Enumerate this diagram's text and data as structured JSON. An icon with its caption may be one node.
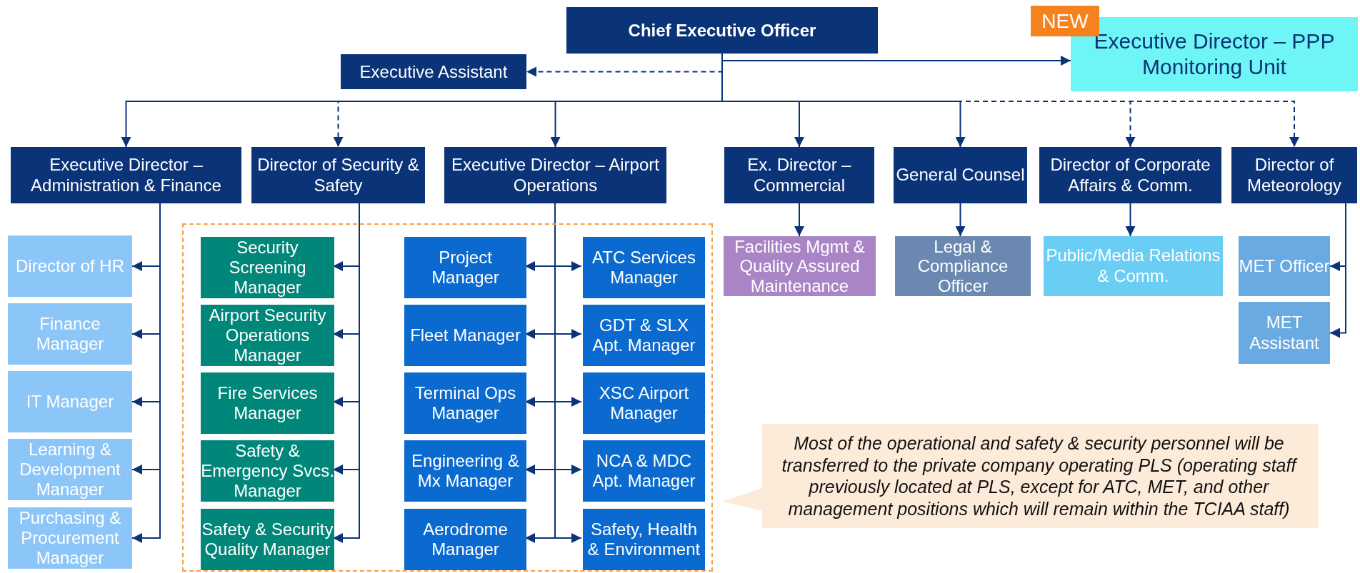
{
  "diagram": {
    "nodes": [
      {
        "text": [
          "Chief Executive Officer"
        ]
      },
      {
        "text": [
          "NEW"
        ]
      },
      {
        "text": [
          "Executive Director – PPP Monitoring Unit"
        ]
      },
      {
        "text": [
          "Executive Assistant"
        ]
      },
      {
        "text": [
          "Executive Director – Administration & Finance"
        ]
      },
      {
        "text": [
          "Director of Security & Safety"
        ]
      },
      {
        "text": [
          "Executive Director – Airport Operations"
        ]
      },
      {
        "text": [
          "Ex. Director – Commercial"
        ]
      },
      {
        "text": [
          "General Counsel"
        ]
      },
      {
        "text": [
          "Director of Corporate Affairs & Comm."
        ]
      },
      {
        "text": [
          "Director of Meteorology"
        ]
      },
      {
        "text": [
          "Director of HR"
        ]
      },
      {
        "text": [
          "Finance Manager"
        ]
      },
      {
        "text": [
          "IT Manager"
        ]
      },
      {
        "text": [
          "Learning & Development Manager"
        ]
      },
      {
        "text": [
          "Purchasing & Procurement Manager"
        ]
      },
      {
        "text": [],
        "shape": "box"
      },
      {
        "text": [
          "Security Screening Manager"
        ],
        "in": 16
      },
      {
        "text": [
          "Airport Security Operations Manager"
        ],
        "in": 16
      },
      {
        "text": [
          "Fire Services Manager"
        ],
        "in": 16
      },
      {
        "text": [
          "Safety & Emergency Svcs. Manager"
        ],
        "in": 16
      },
      {
        "text": [
          "Safety & Security Quality Manager"
        ],
        "in": 16
      },
      {
        "text": [
          "Project Manager"
        ],
        "in": 16
      },
      {
        "text": [
          "ATC Services Manager"
        ],
        "in": 16
      },
      {
        "text": [
          "Fleet Manager"
        ],
        "in": 16
      },
      {
        "text": [
          "GDT & SLX Apt. Manager"
        ],
        "in": 16
      },
      {
        "text": [
          "Terminal Ops Manager"
        ],
        "in": 16
      },
      {
        "text": [
          "XSC Airport Manager"
        ],
        "in": 16
      },
      {
        "text": [
          "Engineering & Mx Manager"
        ],
        "in": 16
      },
      {
        "text": [
          "NCA & MDC Apt. Manager"
        ],
        "in": 16
      },
      {
        "text": [
          "Aerodrome Manager"
        ],
        "in": 16
      },
      {
        "text": [
          "Safety, Health & Environment"
        ],
        "in": 16
      },
      {
        "text": [
          "Facilities Mgmt & Quality Assured Maintenance"
        ]
      },
      {
        "text": [
          "Legal & Compliance Officer"
        ]
      },
      {
        "text": [
          "Public/Media Relations & Comm."
        ]
      },
      {
        "text": [
          "MET Officer"
        ]
      },
      {
        "text": [
          "MET Assistant"
        ]
      },
      {
        "text": [
          "Most of the operational and safety & security personnel will be transferred to the private company operating PLS (operating staff previously located at PLS, except for ATC, MET, and other management positions which will remain within the TCIAA staff)"
        ]
      }
    ],
    "edges": [
      {
        "from": 0,
        "to": 3,
        "arrow": "to",
        "style": "dashed"
      },
      {
        "from": 0,
        "to": 2,
        "arrow": "to"
      },
      {
        "from": 0,
        "to": 4,
        "arrow": "to"
      },
      {
        "from": 0,
        "to": 5,
        "arrow": "to",
        "style": "dashed"
      },
      {
        "from": 0,
        "to": 6,
        "arrow": "to"
      },
      {
        "from": 0,
        "to": 7,
        "arrow": "to"
      },
      {
        "from": 0,
        "to": 8,
        "arrow": "to"
      },
      {
        "from": 0,
        "to": 9,
        "arrow": "to",
        "style": "dashed"
      },
      {
        "from": 0,
        "to": 10,
        "arrow": "to",
        "style": "dashed"
      },
      {
        "from": 4,
        "to": 11,
        "arrow": "to"
      },
      {
        "from": 4,
        "to": 12,
        "arrow": "to"
      },
      {
        "from": 4,
        "to": 13,
        "arrow": "to"
      },
      {
        "from": 4,
        "to": 14,
        "arrow": "to"
      },
      {
        "from": 4,
        "to": 15,
        "arrow": "to"
      },
      {
        "from": 5,
        "to": 17,
        "arrow": "to"
      },
      {
        "from": 5,
        "to": 18,
        "arrow": "to"
      },
      {
        "from": 5,
        "to": 19,
        "arrow": "to"
      },
      {
        "from": 5,
        "to": 20,
        "arrow": "to"
      },
      {
        "from": 5,
        "to": 21,
        "arrow": "to"
      },
      {
        "from": 6,
        "to": 22,
        "arrow": "to"
      },
      {
        "from": 6,
        "to": 23,
        "arrow": "to"
      },
      {
        "from": 6,
        "to": 24,
        "arrow": "to"
      },
      {
        "from": 6,
        "to": 25,
        "arrow": "to"
      },
      {
        "from": 6,
        "to": 26,
        "arrow": "to"
      },
      {
        "from": 6,
        "to": 27,
        "arrow": "to"
      },
      {
        "from": 6,
        "to": 28,
        "arrow": "to"
      },
      {
        "from": 6,
        "to": 29,
        "arrow": "to"
      },
      {
        "from": 6,
        "to": 30,
        "arrow": "to"
      },
      {
        "from": 6,
        "to": 31,
        "arrow": "to"
      },
      {
        "from": 7,
        "to": 32,
        "arrow": "to"
      },
      {
        "from": 8,
        "to": 33,
        "arrow": "to"
      },
      {
        "from": 9,
        "to": 34,
        "arrow": "to"
      },
      {
        "from": 10,
        "to": 35,
        "arrow": "to"
      },
      {
        "from": 10,
        "to": 36,
        "arrow": "to"
      }
    ]
  }
}
